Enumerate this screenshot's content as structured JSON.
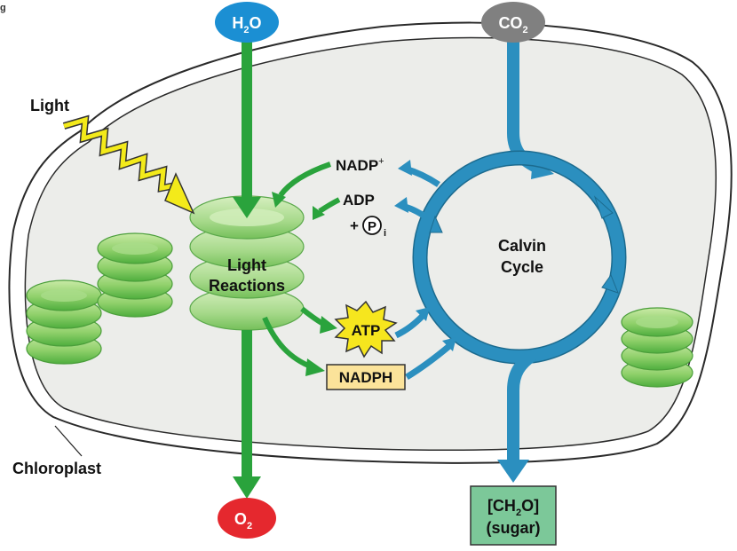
{
  "corner_label": "g",
  "inputs": {
    "water": {
      "text": "H",
      "sub": "2",
      "tail": "O",
      "color": "#1b8fd3"
    },
    "carbon_dioxide": {
      "text": "CO",
      "sub": "2",
      "color": "#808080"
    }
  },
  "outputs": {
    "oxygen": {
      "text": "O",
      "sub": "2",
      "color": "#e5282e"
    },
    "sugar": {
      "line1_a": "[CH",
      "line1_sub": "2",
      "line1_b": "O]",
      "line2": "(sugar)",
      "color": "#7cc899"
    }
  },
  "labels": {
    "light": "Light",
    "light_reactions_1": "Light",
    "light_reactions_2": "Reactions",
    "calvin_1": "Calvin",
    "calvin_2": "Cycle",
    "chloroplast": "Chloroplast",
    "nadp": "NADP",
    "nadp_sup": "+",
    "adp": "ADP",
    "plus": "+",
    "phosphate": "P",
    "phosphate_sub": "i",
    "atp": "ATP",
    "nadph": "NADPH"
  },
  "colors": {
    "green_arrow": "#2aa33c",
    "blue_arrow": "#2b8fbf",
    "thylakoid": "#8fd06a",
    "chloroplast_fill": "#ecedea",
    "lightning": "#f3ea1a",
    "atp_burst": "#f6e61e",
    "nadph_box": "#fbe39a"
  }
}
